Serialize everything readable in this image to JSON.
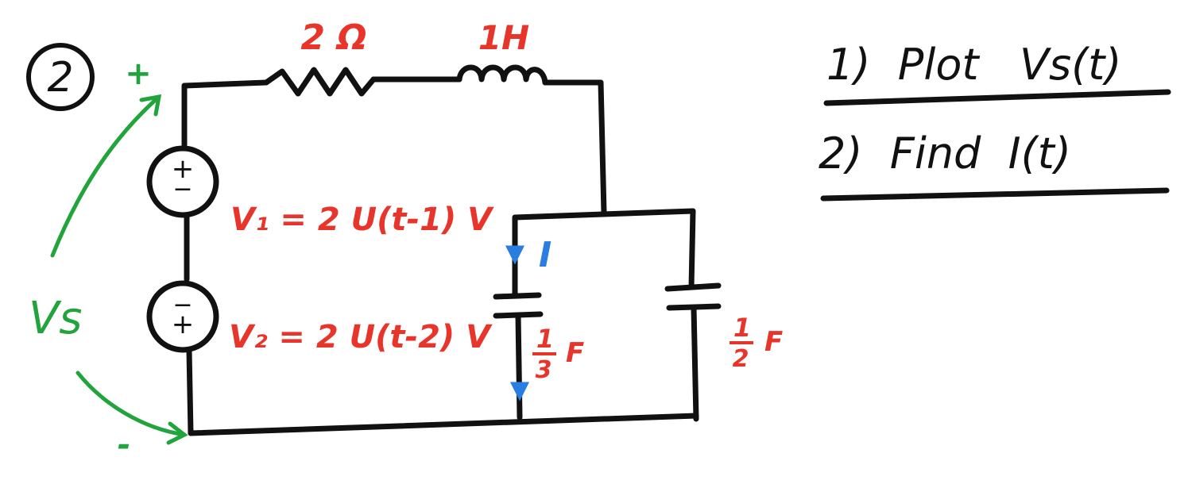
{
  "problem_number": "2",
  "components": {
    "resistor": "2 Ω",
    "inductor": "1H",
    "source_v1": {
      "symbol_top": "+",
      "symbol_bottom": "−",
      "label": "V₁ = 2 U(t-1) V"
    },
    "source_v2": {
      "symbol_top": "−",
      "symbol_bottom": "+",
      "label": "V₂ = 2 U(t-2) V"
    },
    "capacitor_1": {
      "numerator": "1",
      "denominator": "3",
      "unit": "F"
    },
    "capacitor_2": {
      "numerator": "1",
      "denominator": "2",
      "unit": "F"
    }
  },
  "annotations": {
    "vs_label": "Vs",
    "vs_plus": "+",
    "vs_minus": "-",
    "current_label": "I"
  },
  "tasks": [
    "1)  Plot   Vs(t)",
    "2)  Find  I(t)"
  ],
  "colors": {
    "wire": "#111111",
    "component_labels": "#e8352b",
    "vs_annotation": "#21a43b",
    "current_annotation": "#2a7de1"
  }
}
